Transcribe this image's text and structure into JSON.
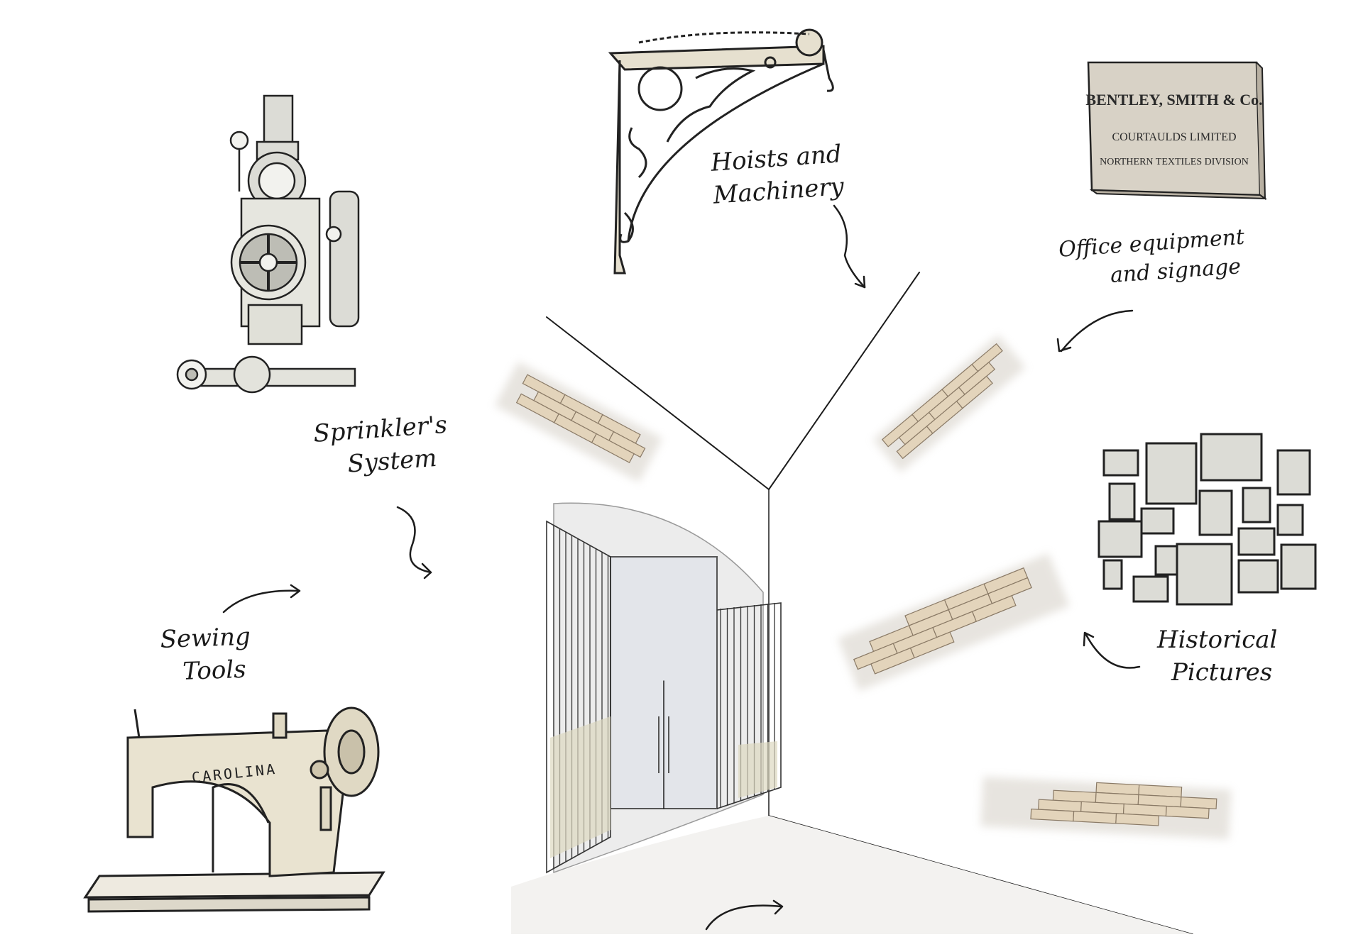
{
  "labels": {
    "hoists": [
      "Hoists and",
      "Machinery"
    ],
    "office": [
      "Office equipment",
      "and signage"
    ],
    "sprinkler": [
      "Sprinkler's",
      "System"
    ],
    "historical": [
      "Historical",
      "Pictures"
    ],
    "sewing": [
      "Sewing",
      "Tools"
    ]
  },
  "plaque": {
    "line1": "BENTLEY, SMITH & Co.",
    "line2": "COURTAULDS LIMITED",
    "line3": "NORTHERN TEXTILES DIVISION"
  },
  "sewing_machine": {
    "brand": "CAROLINA"
  },
  "colors": {
    "ink": "#1c1c1c",
    "brick": "#d9c9ae",
    "brick_shadow": "#a89c88",
    "plaque_fill": "#d8d2c6",
    "glass": "#e3e5ea",
    "machine_cream": "#e9e3d0"
  }
}
